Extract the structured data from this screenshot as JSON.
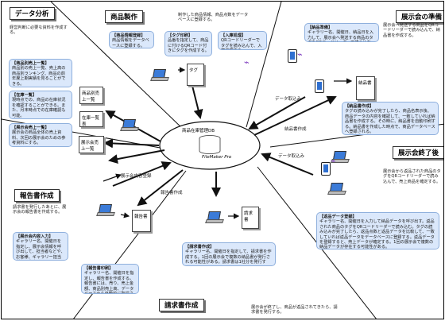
{
  "center": {
    "title": "商品在庫管理DB",
    "brand": "FileMaker Pro"
  },
  "sections": {
    "data_analysis": "データ分析",
    "product_production": "商品製作",
    "exhibition_prep": "展示会の準備",
    "exhibition_end": "展示会終了後",
    "report": "報告書作成",
    "invoice": "請求書作成"
  },
  "notes": {
    "data_analysis": "経営判断に必要な資料を作成する。",
    "product_production": "制作した商品情報、商品点数をデータベースに登録する。",
    "invoice": "展示会が終了し、商品が返品されてきたら、請求書を発行する。"
  },
  "boxes": {
    "da_1": {
      "title": "【商品別売上一覧】",
      "text": "商品別の売上一覧、売上高の商品別ランキング、商品の前年度上期実績を見ることができる。"
    },
    "da_2": {
      "title": "【在庫一覧】",
      "text": "現時点での、商品の在庫状況を確認することができる。また、月末時点での在庫確認も可能。"
    },
    "da_3": {
      "title": "【展示会売上一覧】",
      "text": "展示会の商品全体の売上資料、次回の展示会のための参考資料にする。"
    },
    "pp_1": {
      "title": "【商品情報登録】",
      "text": "商品情報をデータベースに登録する。"
    },
    "pp_2": {
      "title": "【タグ印刷】",
      "text": "品番を指定して、商品に付けるQRコード付きにタグを作成する。"
    },
    "pp_3": {
      "title": "【入庫処理】",
      "text": "QRコードリーダーでタグを読み込んで、入庫処理する。"
    },
    "ep_1": {
      "title": "【納品準備】",
      "text": "ギャラリー名、開催日、納品日を入力して、展示会へ発送する商品のタグをQRコードリーダーで読み込む。"
    },
    "ep_note": {
      "title": "",
      "text": "展示会へ発送する商品をQRコードリーダーで読み込んで、納品書を作成する。"
    },
    "ep_2": {
      "title": "【納品書作成】",
      "text": "タグの読み込みが完了したら、商品名表示後、商品データの内容を確認して、一致していれば納品書を作成する。その時に、納品書を自動印刷する。納品書を作成した時点で、商品データベースへ登録される。"
    },
    "ee_note": {
      "title": "",
      "text": "展示会から返品された商品のタグをQRコードリーダーで読み込んで、売上商品を確定する。"
    },
    "ee_1": {
      "title": "【返品データ登録】",
      "text": "ギャラリー名、開催日を入力して納品データを呼び出す。返品された商品のタグをQRコードリーダーで読み込む。タグの読み込みが完了したら、返品点数と返品データを比較して、一致していれば返品データをデータベースに登録する。返品データを登録すると、売上データが確定する。1回の展示会で複数の納品データが存在する可能性がある。"
    },
    "rp_note": {
      "title": "",
      "text": "請求書を発行したあとに、展示会の報告書を作成する。"
    },
    "rp_1": {
      "title": "【展示会内容入力】",
      "text": "ギャラリー名、開催日を指定し、展示会情報を呼び出して、担当者などや、お客様、ギャラリー担当者を入力する。"
    },
    "rp_2": {
      "title": "【報告書印刷】",
      "text": "ギャラリー名、開催日を指定し、報告書を作成する。報告書には、売り、売上金額、商品別売上高、データベースから自動的に取得される。"
    },
    "iv_1": {
      "title": "【請求書作成】",
      "text": "ギャラリー名、開催日を指定して、請求書を作成する。1回の展示会で複数の納品書が発行される可能性がある。請求書は1社分を発行する。"
    }
  },
  "documents": {
    "tag": "タグ",
    "product_sales": "商品別売上一覧",
    "inventory": "在庫一覧表",
    "exhibition_sales": "展示会売上一覧",
    "delivery": "納品書",
    "report": "報告書",
    "invoice": "請求書"
  },
  "labels": {
    "data_read_1": "データ取込み",
    "delivery_create": "納品書作成",
    "data_read_2": "データ取込み",
    "exhibition_content_entry": "展示会内容登録",
    "report_create": "報告書作成"
  }
}
